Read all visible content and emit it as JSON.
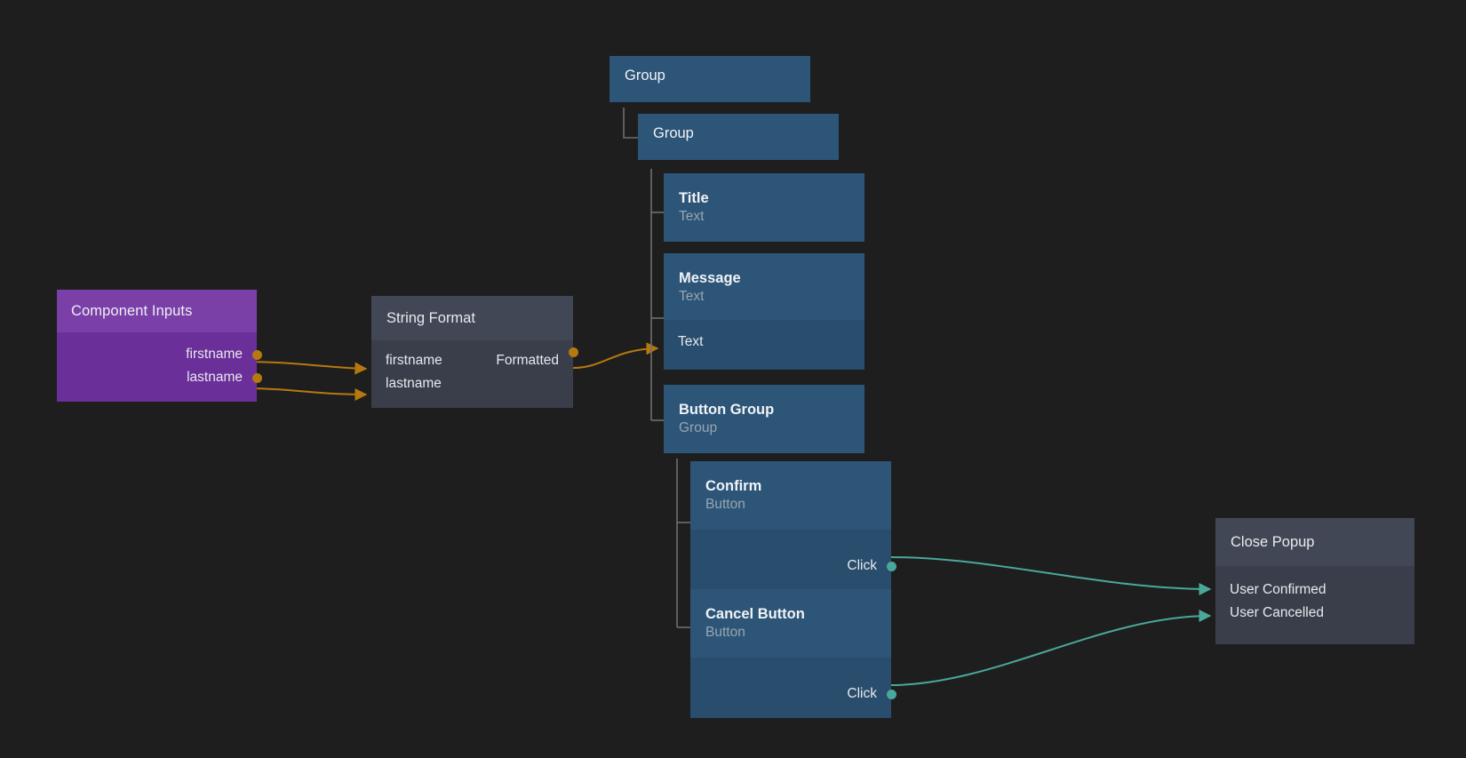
{
  "canvas": {
    "background": "#1e1e1e",
    "accent_orange": "#b5790f",
    "accent_teal": "#4aa79c",
    "node_blue": "#2c5578",
    "node_blue_body": "#284d6d",
    "node_purple": "#7b3fa8",
    "node_slate": "#414755"
  },
  "nodes": {
    "component_inputs": {
      "title": "Component Inputs",
      "outputs": [
        {
          "label": "firstname"
        },
        {
          "label": "lastname"
        }
      ]
    },
    "string_format": {
      "title": "String Format",
      "inputs": [
        {
          "label": "firstname"
        },
        {
          "label": "lastname"
        }
      ],
      "outputs": [
        {
          "label": "Formatted"
        }
      ]
    },
    "group_outer": {
      "title": "Group"
    },
    "group_inner": {
      "title": "Group"
    },
    "title_node": {
      "title": "Title",
      "subtitle": "Text"
    },
    "message_node": {
      "title": "Message",
      "subtitle": "Text",
      "inputs": [
        {
          "label": "Text"
        }
      ]
    },
    "button_group": {
      "title": "Button Group",
      "subtitle": "Group"
    },
    "confirm_button": {
      "title": "Confirm",
      "subtitle": "Button",
      "outputs": [
        {
          "label": "Click"
        }
      ]
    },
    "cancel_button": {
      "title": "Cancel Button",
      "subtitle": "Button",
      "outputs": [
        {
          "label": "Click"
        }
      ]
    },
    "close_popup": {
      "title": "Close Popup",
      "inputs": [
        {
          "label": "User Confirmed"
        },
        {
          "label": "User Cancelled"
        }
      ]
    }
  }
}
